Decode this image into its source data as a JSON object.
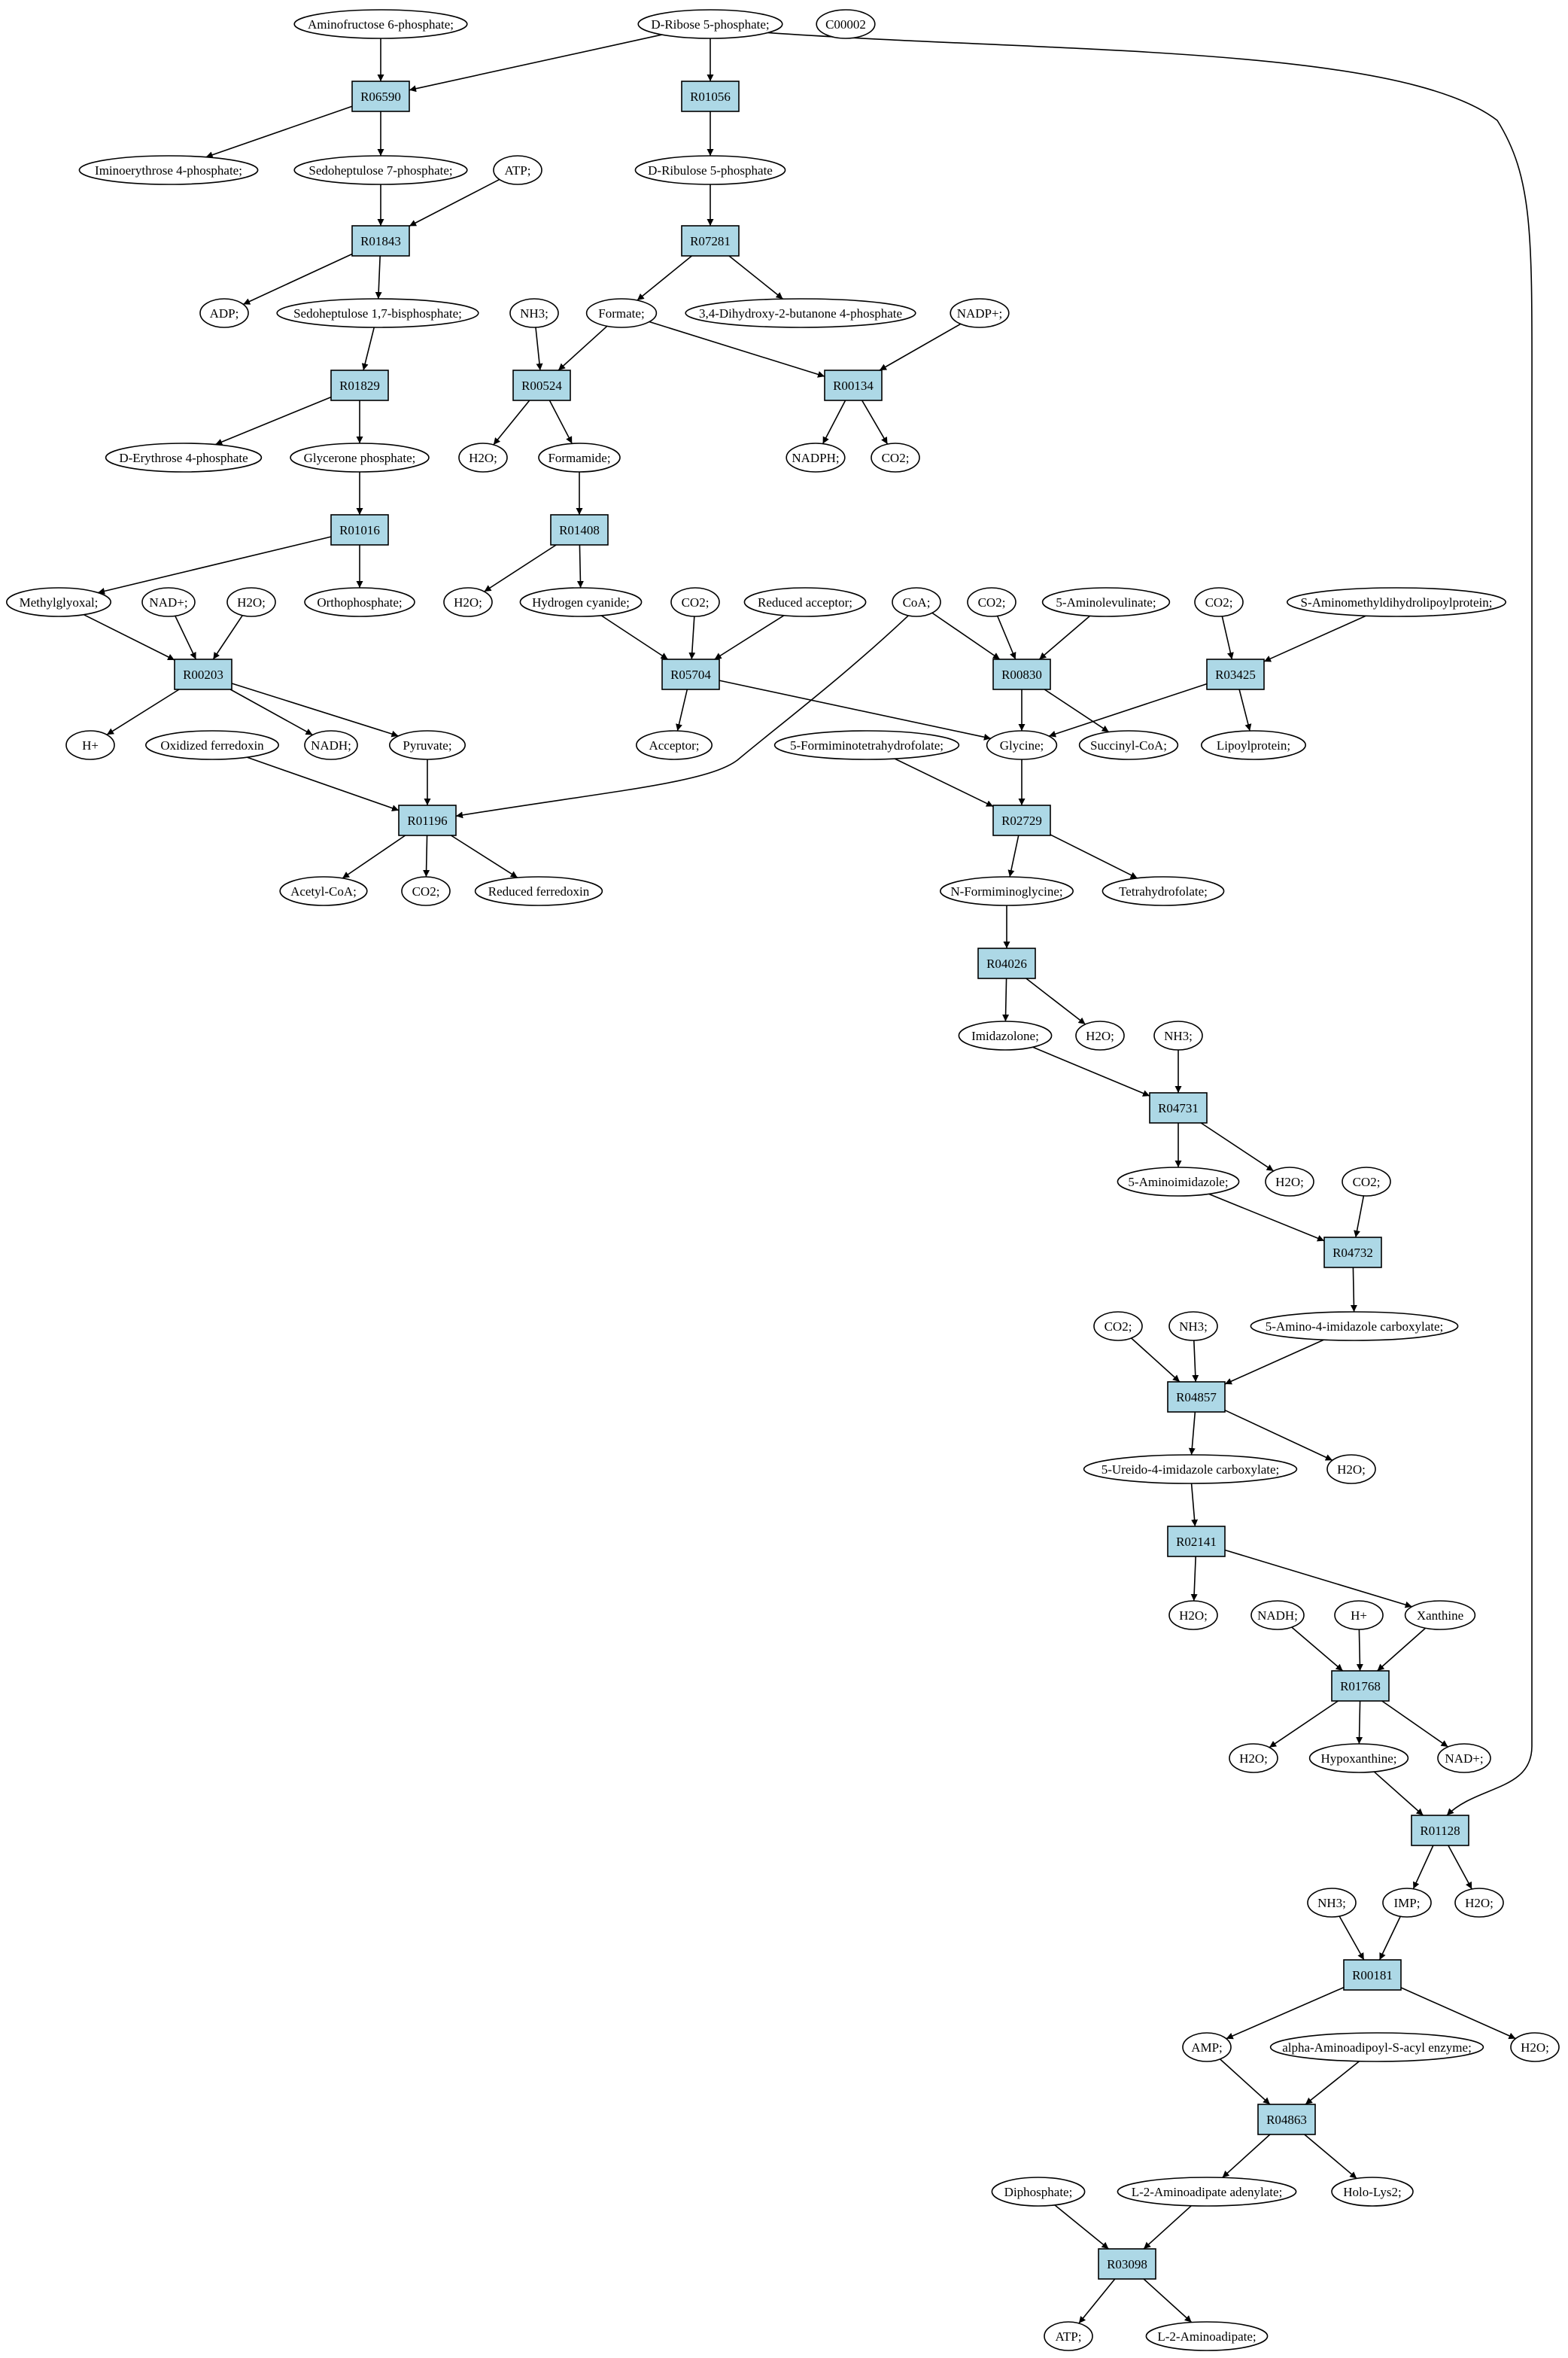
{
  "colors": {
    "reaction_fill": "#add8e6",
    "compound_fill": "#ffffff",
    "start_compound_fill": "#00ff00",
    "target_compound_fill": "#ffff00",
    "edge": "#000000"
  },
  "nodes": [
    {
      "id": "c_ami6p",
      "type": "compound",
      "label": "Aminofructose 6-phosphate;"
    },
    {
      "id": "c_drib5p",
      "type": "compound",
      "label": "D-Ribose 5-phosphate;",
      "highlight": "start"
    },
    {
      "id": "c_c00002",
      "type": "compound",
      "label": "C00002",
      "highlight": "target"
    },
    {
      "id": "r_R06590",
      "type": "reaction",
      "label": "R06590"
    },
    {
      "id": "r_R01056",
      "type": "reaction",
      "label": "R01056"
    },
    {
      "id": "c_imino4p",
      "type": "compound",
      "label": "Iminoerythrose 4-phosphate;"
    },
    {
      "id": "c_sedo7p",
      "type": "compound",
      "label": "Sedoheptulose 7-phosphate;"
    },
    {
      "id": "c_atp1",
      "type": "compound",
      "label": "ATP;"
    },
    {
      "id": "c_dribu5p",
      "type": "compound",
      "label": "D-Ribulose 5-phosphate"
    },
    {
      "id": "r_R01843",
      "type": "reaction",
      "label": "R01843"
    },
    {
      "id": "r_R07281",
      "type": "reaction",
      "label": "R07281"
    },
    {
      "id": "c_adp",
      "type": "compound",
      "label": "ADP;"
    },
    {
      "id": "c_sedo17bp",
      "type": "compound",
      "label": "Sedoheptulose 1,7-bisphosphate;"
    },
    {
      "id": "c_nh3_1",
      "type": "compound",
      "label": "NH3;"
    },
    {
      "id": "c_formate",
      "type": "compound",
      "label": "Formate;"
    },
    {
      "id": "c_dhb4p",
      "type": "compound",
      "label": "3,4-Dihydroxy-2-butanone 4-phosphate"
    },
    {
      "id": "c_nadp",
      "type": "compound",
      "label": "NADP+;"
    },
    {
      "id": "r_R01829",
      "type": "reaction",
      "label": "R01829"
    },
    {
      "id": "r_R00524",
      "type": "reaction",
      "label": "R00524"
    },
    {
      "id": "r_R00134",
      "type": "reaction",
      "label": "R00134"
    },
    {
      "id": "c_dery4p",
      "type": "compound",
      "label": "D-Erythrose 4-phosphate"
    },
    {
      "id": "c_glyp",
      "type": "compound",
      "label": "Glycerone phosphate;"
    },
    {
      "id": "c_h2o_1",
      "type": "compound",
      "label": "H2O;"
    },
    {
      "id": "c_formamide",
      "type": "compound",
      "label": "Formamide;"
    },
    {
      "id": "c_nadph",
      "type": "compound",
      "label": "NADPH;"
    },
    {
      "id": "c_co2_1",
      "type": "compound",
      "label": "CO2;"
    },
    {
      "id": "r_R01016",
      "type": "reaction",
      "label": "R01016"
    },
    {
      "id": "r_R01408",
      "type": "reaction",
      "label": "R01408"
    },
    {
      "id": "c_methylglyoxal",
      "type": "compound",
      "label": "Methylglyoxal;"
    },
    {
      "id": "c_nad_1",
      "type": "compound",
      "label": "NAD+;"
    },
    {
      "id": "c_h2o_2",
      "type": "compound",
      "label": "H2O;"
    },
    {
      "id": "c_ortho",
      "type": "compound",
      "label": "Orthophosphate;"
    },
    {
      "id": "c_h2o_3",
      "type": "compound",
      "label": "H2O;"
    },
    {
      "id": "c_hcn",
      "type": "compound",
      "label": "Hydrogen cyanide;"
    },
    {
      "id": "c_co2_2",
      "type": "compound",
      "label": "CO2;"
    },
    {
      "id": "c_redacc",
      "type": "compound",
      "label": "Reduced acceptor;"
    },
    {
      "id": "c_coa",
      "type": "compound",
      "label": "CoA;"
    },
    {
      "id": "c_co2_3",
      "type": "compound",
      "label": "CO2;"
    },
    {
      "id": "c_5alev",
      "type": "compound",
      "label": "5-Aminolevulinate;"
    },
    {
      "id": "c_co2_4",
      "type": "compound",
      "label": "CO2;"
    },
    {
      "id": "c_samdlp",
      "type": "compound",
      "label": "S-Aminomethyldihydrolipoylprotein;"
    },
    {
      "id": "r_R00203",
      "type": "reaction",
      "label": "R00203"
    },
    {
      "id": "r_R05704",
      "type": "reaction",
      "label": "R05704"
    },
    {
      "id": "r_R00830",
      "type": "reaction",
      "label": "R00830"
    },
    {
      "id": "r_R03425",
      "type": "reaction",
      "label": "R03425"
    },
    {
      "id": "c_hplus_1",
      "type": "compound",
      "label": "H+"
    },
    {
      "id": "c_oxfd",
      "type": "compound",
      "label": "Oxidized ferredoxin"
    },
    {
      "id": "c_nadh_1",
      "type": "compound",
      "label": "NADH;"
    },
    {
      "id": "c_pyruvate",
      "type": "compound",
      "label": "Pyruvate;"
    },
    {
      "id": "c_acceptor",
      "type": "compound",
      "label": "Acceptor;"
    },
    {
      "id": "c_5fthf",
      "type": "compound",
      "label": "5-Formiminotetrahydrofolate;"
    },
    {
      "id": "c_glycine",
      "type": "compound",
      "label": "Glycine;"
    },
    {
      "id": "c_succoa",
      "type": "compound",
      "label": "Succinyl-CoA;"
    },
    {
      "id": "c_lipoyl",
      "type": "compound",
      "label": "Lipoylprotein;"
    },
    {
      "id": "r_R01196",
      "type": "reaction",
      "label": "R01196"
    },
    {
      "id": "r_R02729",
      "type": "reaction",
      "label": "R02729"
    },
    {
      "id": "c_acetylcoa",
      "type": "compound",
      "label": "Acetyl-CoA;"
    },
    {
      "id": "c_co2_5",
      "type": "compound",
      "label": "CO2;"
    },
    {
      "id": "c_redfd",
      "type": "compound",
      "label": "Reduced ferredoxin"
    },
    {
      "id": "c_nfgly",
      "type": "compound",
      "label": "N-Formiminoglycine;"
    },
    {
      "id": "c_thf",
      "type": "compound",
      "label": "Tetrahydrofolate;"
    },
    {
      "id": "r_R04026",
      "type": "reaction",
      "label": "R04026"
    },
    {
      "id": "c_imidazolone",
      "type": "compound",
      "label": "Imidazolone;"
    },
    {
      "id": "c_h2o_4",
      "type": "compound",
      "label": "H2O;"
    },
    {
      "id": "c_nh3_2",
      "type": "compound",
      "label": "NH3;"
    },
    {
      "id": "r_R04731",
      "type": "reaction",
      "label": "R04731"
    },
    {
      "id": "c_5ai",
      "type": "compound",
      "label": "5-Aminoimidazole;"
    },
    {
      "id": "c_h2o_5",
      "type": "compound",
      "label": "H2O;"
    },
    {
      "id": "c_co2_6",
      "type": "compound",
      "label": "CO2;"
    },
    {
      "id": "r_R04732",
      "type": "reaction",
      "label": "R04732"
    },
    {
      "id": "c_co2_7",
      "type": "compound",
      "label": "CO2;"
    },
    {
      "id": "c_nh3_3",
      "type": "compound",
      "label": "NH3;"
    },
    {
      "id": "c_5a4ic",
      "type": "compound",
      "label": "5-Amino-4-imidazole carboxylate;"
    },
    {
      "id": "r_R04857",
      "type": "reaction",
      "label": "R04857"
    },
    {
      "id": "c_5u4ic",
      "type": "compound",
      "label": "5-Ureido-4-imidazole carboxylate;"
    },
    {
      "id": "c_h2o_6",
      "type": "compound",
      "label": "H2O;"
    },
    {
      "id": "r_R02141",
      "type": "reaction",
      "label": "R02141"
    },
    {
      "id": "c_h2o_7",
      "type": "compound",
      "label": "H2O;"
    },
    {
      "id": "c_nadh_2",
      "type": "compound",
      "label": "NADH;"
    },
    {
      "id": "c_hplus_2",
      "type": "compound",
      "label": "H+"
    },
    {
      "id": "c_xanthine",
      "type": "compound",
      "label": "Xanthine"
    },
    {
      "id": "r_R01768",
      "type": "reaction",
      "label": "R01768"
    },
    {
      "id": "c_h2o_8",
      "type": "compound",
      "label": "H2O;"
    },
    {
      "id": "c_hypox",
      "type": "compound",
      "label": "Hypoxanthine;"
    },
    {
      "id": "c_nad_2",
      "type": "compound",
      "label": "NAD+;"
    },
    {
      "id": "r_R01128",
      "type": "reaction",
      "label": "R01128"
    },
    {
      "id": "c_nh3_4",
      "type": "compound",
      "label": "NH3;"
    },
    {
      "id": "c_imp",
      "type": "compound",
      "label": "IMP;"
    },
    {
      "id": "c_h2o_9",
      "type": "compound",
      "label": "H2O;"
    },
    {
      "id": "r_R00181",
      "type": "reaction",
      "label": "R00181"
    },
    {
      "id": "c_amp",
      "type": "compound",
      "label": "AMP;"
    },
    {
      "id": "c_aaasae",
      "type": "compound",
      "label": "alpha-Aminoadipoyl-S-acyl enzyme;"
    },
    {
      "id": "c_h2o_10",
      "type": "compound",
      "label": "H2O;"
    },
    {
      "id": "r_R04863",
      "type": "reaction",
      "label": "R04863"
    },
    {
      "id": "c_diphos",
      "type": "compound",
      "label": "Diphosphate;"
    },
    {
      "id": "c_l2aaad",
      "type": "compound",
      "label": "L-2-Aminoadipate adenylate;"
    },
    {
      "id": "c_hololys2",
      "type": "compound",
      "label": "Holo-Lys2;"
    },
    {
      "id": "r_R03098",
      "type": "reaction",
      "label": "R03098"
    },
    {
      "id": "c_atp2",
      "type": "compound",
      "label": "ATP;"
    },
    {
      "id": "c_l2aa",
      "type": "compound",
      "label": "L-2-Aminoadipate;"
    }
  ],
  "edges": [
    [
      "c_ami6p",
      "r_R06590"
    ],
    [
      "c_drib5p",
      "r_R06590"
    ],
    [
      "c_drib5p",
      "r_R01056"
    ],
    [
      "c_drib5p",
      "r_R01128"
    ],
    [
      "r_R06590",
      "c_imino4p"
    ],
    [
      "r_R06590",
      "c_sedo7p"
    ],
    [
      "r_R01056",
      "c_dribu5p"
    ],
    [
      "c_sedo7p",
      "r_R01843"
    ],
    [
      "c_atp1",
      "r_R01843"
    ],
    [
      "r_R01843",
      "c_adp"
    ],
    [
      "r_R01843",
      "c_sedo17bp"
    ],
    [
      "c_dribu5p",
      "r_R07281"
    ],
    [
      "r_R07281",
      "c_formate"
    ],
    [
      "r_R07281",
      "c_dhb4p"
    ],
    [
      "c_sedo17bp",
      "r_R01829"
    ],
    [
      "r_R01829",
      "c_dery4p"
    ],
    [
      "r_R01829",
      "c_glyp"
    ],
    [
      "c_nh3_1",
      "r_R00524"
    ],
    [
      "c_formate",
      "r_R00524"
    ],
    [
      "c_formate",
      "r_R00134"
    ],
    [
      "c_nadp",
      "r_R00134"
    ],
    [
      "r_R00524",
      "c_h2o_1"
    ],
    [
      "r_R00524",
      "c_formamide"
    ],
    [
      "r_R00134",
      "c_nadph"
    ],
    [
      "r_R00134",
      "c_co2_1"
    ],
    [
      "c_glyp",
      "r_R01016"
    ],
    [
      "r_R01016",
      "c_methylglyoxal"
    ],
    [
      "r_R01016",
      "c_ortho"
    ],
    [
      "c_formamide",
      "r_R01408"
    ],
    [
      "r_R01408",
      "c_h2o_3"
    ],
    [
      "r_R01408",
      "c_hcn"
    ],
    [
      "c_methylglyoxal",
      "r_R00203"
    ],
    [
      "c_nad_1",
      "r_R00203"
    ],
    [
      "c_h2o_2",
      "r_R00203"
    ],
    [
      "r_R00203",
      "c_hplus_1"
    ],
    [
      "r_R00203",
      "c_nadh_1"
    ],
    [
      "r_R00203",
      "c_pyruvate"
    ],
    [
      "c_hcn",
      "r_R05704"
    ],
    [
      "c_co2_2",
      "r_R05704"
    ],
    [
      "c_redacc",
      "r_R05704"
    ],
    [
      "r_R05704",
      "c_acceptor"
    ],
    [
      "r_R05704",
      "c_glycine"
    ],
    [
      "c_coa",
      "r_R00830"
    ],
    [
      "c_co2_3",
      "r_R00830"
    ],
    [
      "c_5alev",
      "r_R00830"
    ],
    [
      "r_R00830",
      "c_glycine"
    ],
    [
      "r_R00830",
      "c_succoa"
    ],
    [
      "c_co2_4",
      "r_R03425"
    ],
    [
      "c_samdlp",
      "r_R03425"
    ],
    [
      "r_R03425",
      "c_glycine"
    ],
    [
      "r_R03425",
      "c_lipoyl"
    ],
    [
      "c_oxfd",
      "r_R01196"
    ],
    [
      "c_pyruvate",
      "r_R01196"
    ],
    [
      "c_coa",
      "r_R01196"
    ],
    [
      "r_R01196",
      "c_acetylcoa"
    ],
    [
      "r_R01196",
      "c_co2_5"
    ],
    [
      "r_R01196",
      "c_redfd"
    ],
    [
      "c_5fthf",
      "r_R02729"
    ],
    [
      "c_glycine",
      "r_R02729"
    ],
    [
      "r_R02729",
      "c_nfgly"
    ],
    [
      "r_R02729",
      "c_thf"
    ],
    [
      "c_nfgly",
      "r_R04026"
    ],
    [
      "r_R04026",
      "c_imidazolone"
    ],
    [
      "r_R04026",
      "c_h2o_4"
    ],
    [
      "c_imidazolone",
      "r_R04731"
    ],
    [
      "c_nh3_2",
      "r_R04731"
    ],
    [
      "r_R04731",
      "c_5ai"
    ],
    [
      "r_R04731",
      "c_h2o_5"
    ],
    [
      "c_5ai",
      "r_R04732"
    ],
    [
      "c_co2_6",
      "r_R04732"
    ],
    [
      "r_R04732",
      "c_5a4ic"
    ],
    [
      "c_co2_7",
      "r_R04857"
    ],
    [
      "c_nh3_3",
      "r_R04857"
    ],
    [
      "c_5a4ic",
      "r_R04857"
    ],
    [
      "r_R04857",
      "c_5u4ic"
    ],
    [
      "r_R04857",
      "c_h2o_6"
    ],
    [
      "c_5u4ic",
      "r_R02141"
    ],
    [
      "r_R02141",
      "c_h2o_7"
    ],
    [
      "r_R02141",
      "c_xanthine"
    ],
    [
      "c_nadh_2",
      "r_R01768"
    ],
    [
      "c_hplus_2",
      "r_R01768"
    ],
    [
      "c_xanthine",
      "r_R01768"
    ],
    [
      "r_R01768",
      "c_h2o_8"
    ],
    [
      "r_R01768",
      "c_hypox"
    ],
    [
      "r_R01768",
      "c_nad_2"
    ],
    [
      "c_hypox",
      "r_R01128"
    ],
    [
      "r_R01128",
      "c_imp"
    ],
    [
      "r_R01128",
      "c_h2o_9"
    ],
    [
      "c_nh3_4",
      "r_R00181"
    ],
    [
      "c_imp",
      "r_R00181"
    ],
    [
      "r_R00181",
      "c_amp"
    ],
    [
      "r_R00181",
      "c_h2o_10"
    ],
    [
      "c_amp",
      "r_R04863"
    ],
    [
      "c_aaasae",
      "r_R04863"
    ],
    [
      "r_R04863",
      "c_l2aaad"
    ],
    [
      "r_R04863",
      "c_hololys2"
    ],
    [
      "c_diphos",
      "r_R03098"
    ],
    [
      "c_l2aaad",
      "r_R03098"
    ],
    [
      "r_R03098",
      "c_atp2"
    ],
    [
      "r_R03098",
      "c_l2aa"
    ]
  ]
}
